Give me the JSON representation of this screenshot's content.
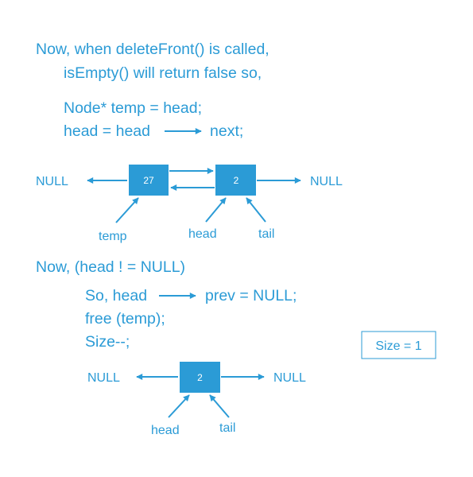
{
  "text": {
    "line1": "Now,  when deleteFront()  is called,",
    "line2": "isEmpty()  will return false so,",
    "code1": "Node* temp = head;",
    "code2a": "head = head",
    "code2b": "next;",
    "cond": "Now,  (head ! = NULL)",
    "code3a": "So,  head",
    "code3b": "prev = NULL;",
    "code4": "free (temp);",
    "code5": "Size--;",
    "size_box": "Size = 1"
  },
  "diagram1": {
    "null_left": "NULL",
    "null_right": "NULL",
    "node_a": "27",
    "node_b": "2",
    "label_temp": "temp",
    "label_head": "head",
    "label_tail": "tail"
  },
  "diagram2": {
    "null_left": "NULL",
    "null_right": "NULL",
    "node": "2",
    "label_head": "head",
    "label_tail": "tail"
  },
  "colors": {
    "accent": "#2b9bd6",
    "node_fill": "#2b9bd6",
    "node_text": "#ffffff"
  }
}
